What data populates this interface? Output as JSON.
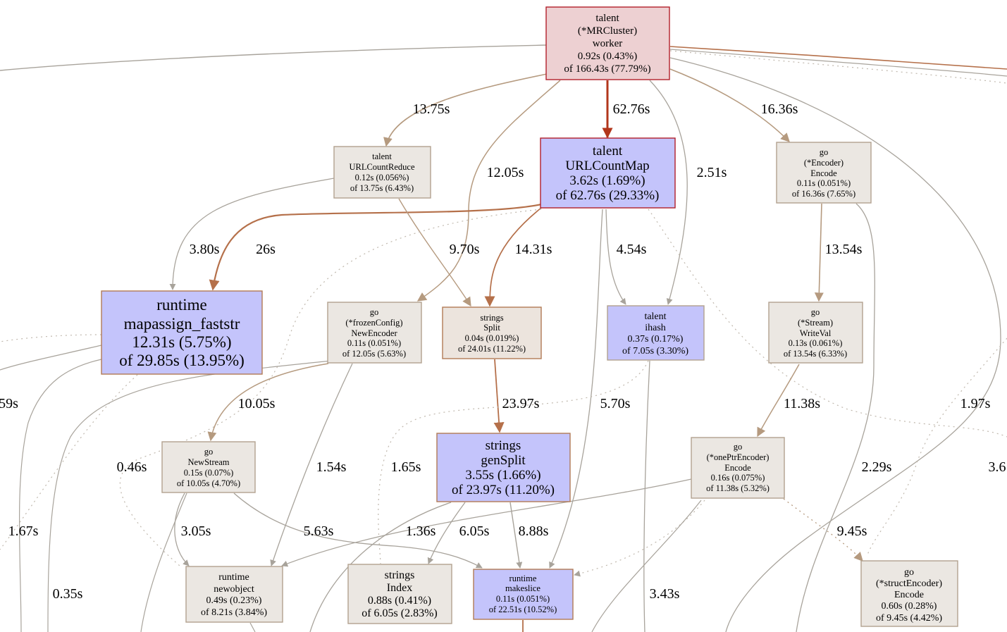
{
  "colors": {
    "hot_fill": "#edd0d2",
    "hot_stroke": "#b2202a",
    "blue_fill": "#c4c4fb",
    "blue_stroke": "#b2595a",
    "gray_fill": "#ebe7e2",
    "gray_stroke": "#b2a18f",
    "tan_fill": "#ece4dd",
    "tan_stroke": "#b27a55",
    "edge_gray": "#a8a39b",
    "edge_tan": "#b59a7f",
    "edge_brown": "#b5704a",
    "edge_red": "#b2361b",
    "edge_light": "#c0b8ad"
  },
  "nodes": {
    "worker": {
      "lines": [
        "talent",
        "(*MRCluster)",
        "worker",
        "0.92s (0.43%)",
        "of 166.43s (77.79%)"
      ]
    },
    "urlcountreduce": {
      "lines": [
        "talent",
        "URLCountReduce",
        "0.12s (0.056%)",
        "of 13.75s (6.43%)"
      ]
    },
    "urlcountmap": {
      "lines": [
        "talent",
        "URLCountMap",
        "3.62s (1.69%)",
        "of 62.76s (29.33%)"
      ]
    },
    "encoder_encode": {
      "lines": [
        "go",
        "(*Encoder)",
        "Encode",
        "0.11s (0.051%)",
        "of 16.36s (7.65%)"
      ]
    },
    "mapassign": {
      "lines": [
        "runtime",
        "mapassign_faststr",
        "12.31s (5.75%)",
        "of 29.85s (13.95%)"
      ]
    },
    "newencoder": {
      "lines": [
        "go",
        "(*frozenConfig)",
        "NewEncoder",
        "0.11s (0.051%)",
        "of 12.05s (5.63%)"
      ]
    },
    "strings_split": {
      "lines": [
        "strings",
        "Split",
        "0.04s (0.019%)",
        "of 24.01s (11.22%)"
      ]
    },
    "ihash": {
      "lines": [
        "talent",
        "ihash",
        "0.37s (0.17%)",
        "of 7.05s (3.30%)"
      ]
    },
    "writeval": {
      "lines": [
        "go",
        "(*Stream)",
        "WriteVal",
        "0.13s (0.061%)",
        "of 13.54s (6.33%)"
      ]
    },
    "newstream": {
      "lines": [
        "go",
        "NewStream",
        "0.15s (0.07%)",
        "of 10.05s (4.70%)"
      ]
    },
    "gensplit": {
      "lines": [
        "strings",
        "genSplit",
        "3.55s (1.66%)",
        "of 23.97s (11.20%)"
      ]
    },
    "oneptr": {
      "lines": [
        "go",
        "(*onePtrEncoder)",
        "Encode",
        "0.16s (0.075%)",
        "of 11.38s (5.32%)"
      ]
    },
    "newobject": {
      "lines": [
        "runtime",
        "newobject",
        "0.49s (0.23%)",
        "of 8.21s (3.84%)"
      ]
    },
    "strings_index": {
      "lines": [
        "strings",
        "Index",
        "0.88s (0.41%)",
        "of 6.05s (2.83%)"
      ]
    },
    "makeslice": {
      "lines": [
        "runtime",
        "makeslice",
        "0.11s (0.051%)",
        "of 22.51s (10.52%)"
      ]
    },
    "structenc": {
      "lines": [
        "go",
        "(*structEncoder)",
        "Encode",
        "0.60s (0.28%)",
        "of 9.45s (4.42%)"
      ]
    }
  },
  "edge_labels": {
    "worker_reduce": "13.75s",
    "worker_map": "62.76s",
    "worker_encoder": "16.36s",
    "worker_newencoder": "12.05s",
    "worker_ihash": "2.51s",
    "reduce_mapassign": "3.80s",
    "map_mapassign": "26s",
    "reduce_split": "9.70s",
    "map_split": "14.31s",
    "map_ihash": "4.54s",
    "encoder_writeval": "13.54s",
    "split_gensplit": "23.97s",
    "newencoder_newstream": "10.05s",
    "map_makeslice": "5.70s",
    "writeval_oneptr": "11.38s",
    "right_197": "1.97s",
    "left_59": "59s",
    "left_046": "0.46s",
    "newencoder_newobject": "1.54s",
    "dotted_165": "1.65s",
    "right_229": "2.29s",
    "right_36": "3.6",
    "left_167": "1.67s",
    "newstream_newobject": "3.05s",
    "newstream_makeslice": "5.63s",
    "oneptr_newobject": "1.36s",
    "gensplit_index": "6.05s",
    "gensplit_makeslice": "8.88s",
    "oneptr_structenc": "9.45s",
    "left_035": "0.35s",
    "ihash_343": "3.43s"
  }
}
